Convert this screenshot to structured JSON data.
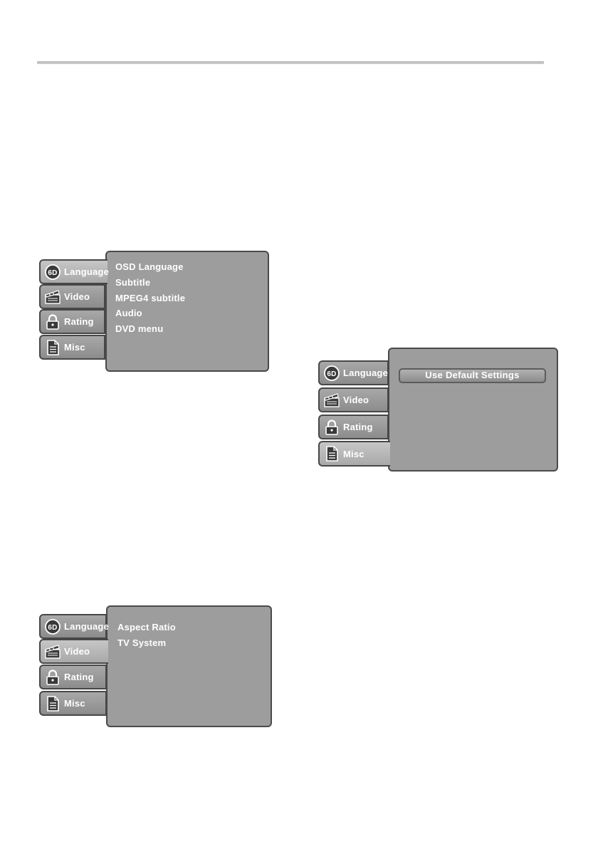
{
  "tabs": {
    "language": "Language",
    "video": "Video",
    "rating": "Rating",
    "misc": "Misc"
  },
  "icons": {
    "language": "disc-icon",
    "video": "clapperboard-icon",
    "rating": "padlock-icon",
    "misc": "document-icon"
  },
  "language_menu": {
    "active_tab": "Language",
    "items": [
      "OSD Language",
      "Subtitle",
      "MPEG4 subtitle",
      "Audio",
      "DVD menu"
    ]
  },
  "video_menu": {
    "active_tab": "Video",
    "items": [
      "Aspect Ratio",
      "TV System"
    ]
  },
  "misc_menu": {
    "active_tab": "Misc",
    "default_button": "Use Default Settings"
  },
  "colors": {
    "panel": "#9d9d9d",
    "border": "#4a4a4a",
    "text": "#ffffff"
  }
}
